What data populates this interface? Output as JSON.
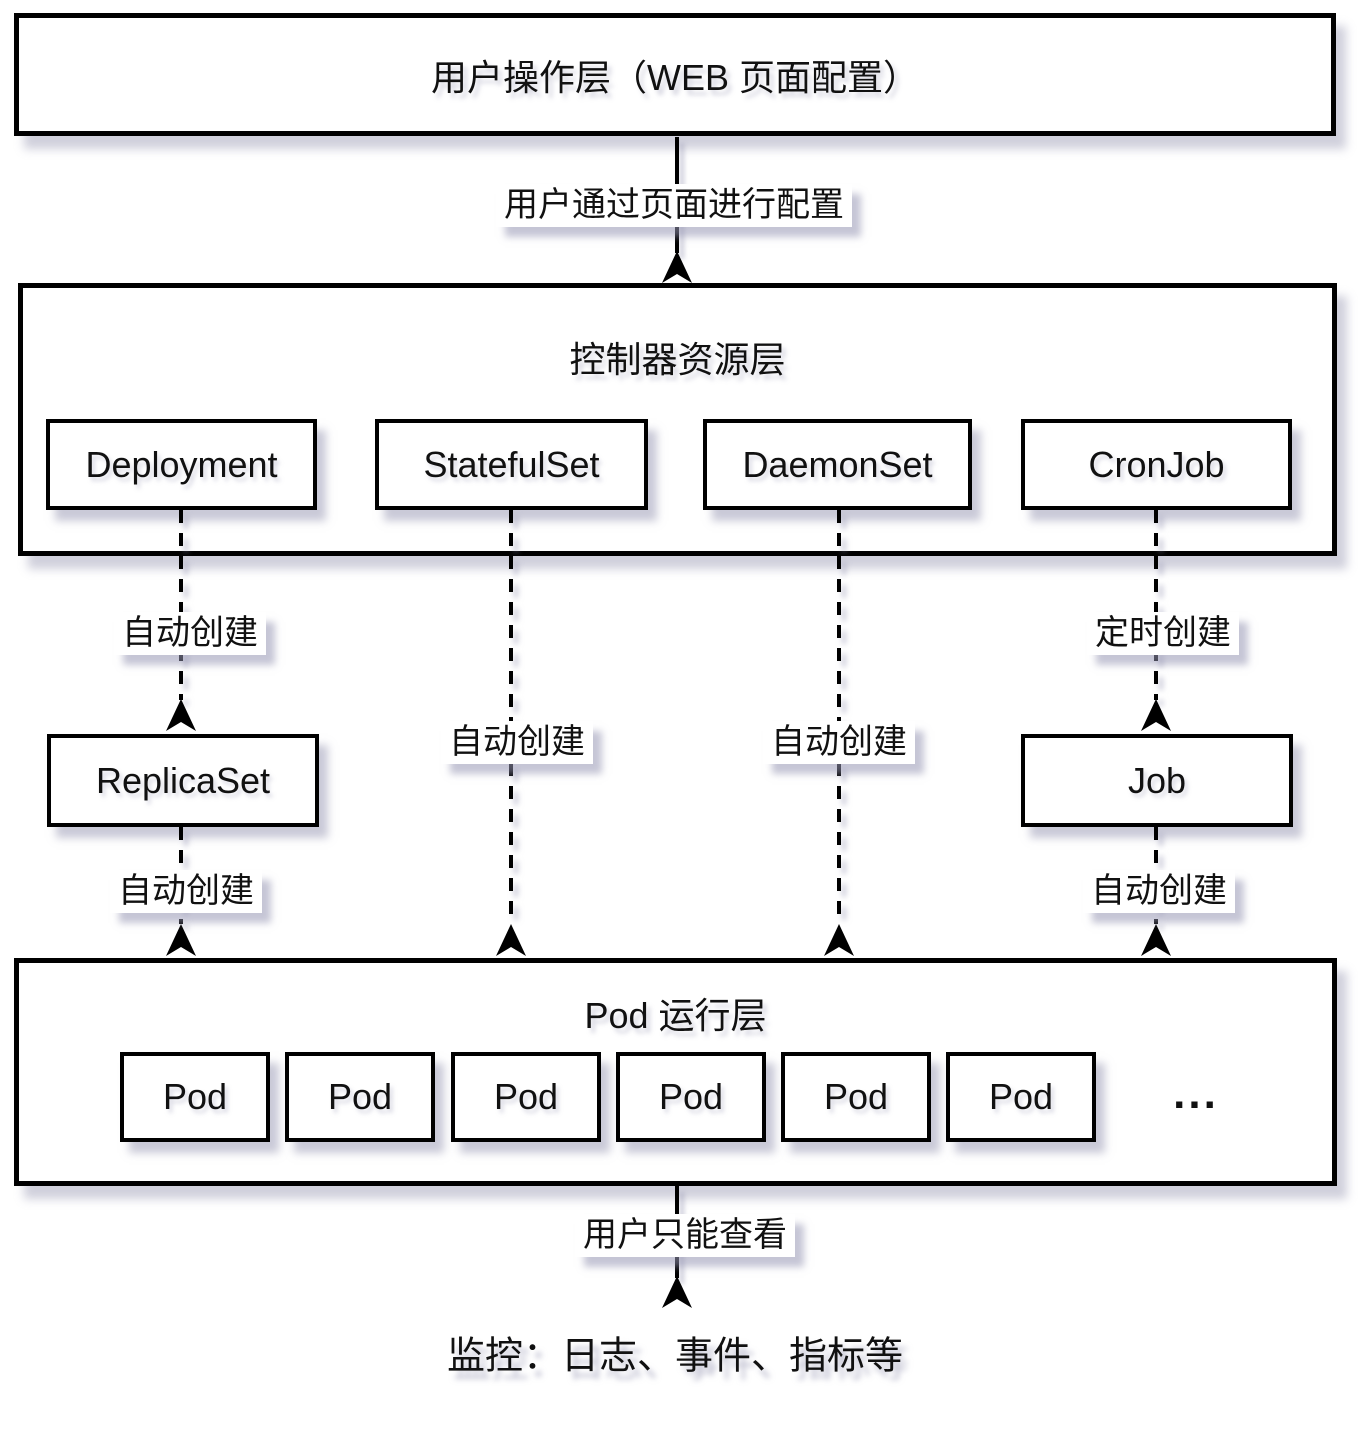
{
  "diagram": {
    "layers": {
      "user": {
        "title": "用户操作层（WEB 页面配置）"
      },
      "controller": {
        "title": "控制器资源层",
        "items": [
          "Deployment",
          "StatefulSet",
          "DaemonSet",
          "CronJob"
        ]
      },
      "pod": {
        "title": "Pod 运行层",
        "pods": [
          "Pod",
          "Pod",
          "Pod",
          "Pod",
          "Pod",
          "Pod"
        ],
        "ellipsis": "..."
      }
    },
    "intermediate": {
      "replicaset": "ReplicaSet",
      "job": "Job"
    },
    "edges": {
      "user_to_controller": "用户通过页面进行配置",
      "deployment_to_replicaset": "自动创建",
      "cronjob_to_job": "定时创建",
      "statefulset_to_pod": "自动创建",
      "daemonset_to_pod": "自动创建",
      "replicaset_to_pod": "自动创建",
      "job_to_pod": "自动创建",
      "pod_to_monitor": "用户只能查看"
    },
    "footer": "监控：日志、事件、指标等",
    "colors": {
      "line": "#000000",
      "box_background": "#ffffff",
      "shadow": "#9696b2"
    }
  }
}
